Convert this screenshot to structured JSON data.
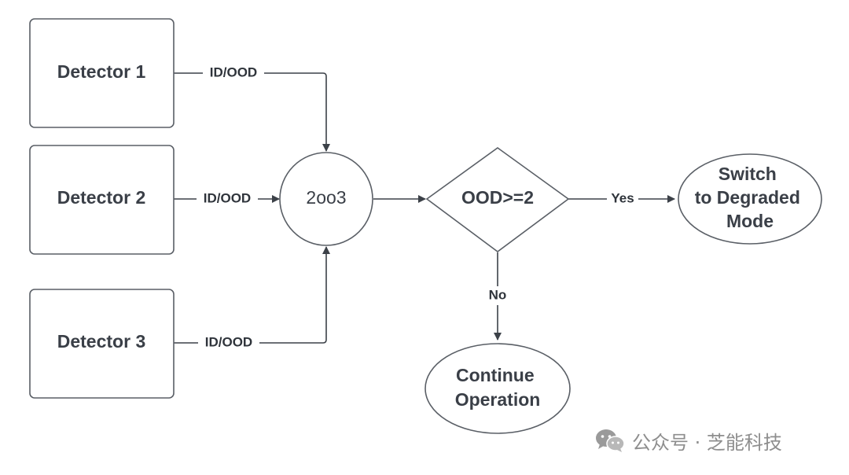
{
  "nodes": {
    "detector_1": "Detector 1",
    "detector_2": "Detector 2",
    "detector_3": "Detector 3",
    "voter": "2oo3",
    "decision": "OOD>=2",
    "degraded": [
      "Switch",
      "to Degraded",
      "Mode"
    ],
    "continue": [
      "Continue",
      "Operation"
    ]
  },
  "edges": {
    "detector_1_to_voter": "ID/OOD",
    "detector_2_to_voter": "ID/OOD",
    "detector_3_to_voter": "ID/OOD",
    "voter_to_decision": "",
    "decision_yes": "Yes",
    "decision_no": "No"
  },
  "watermark": {
    "icon": "wechat-icon",
    "text": "公众号 · 芝能科技"
  },
  "colors": {
    "stroke": "#5a5f66",
    "text": "#3a3f47",
    "watermark": "#8e8e8e"
  }
}
